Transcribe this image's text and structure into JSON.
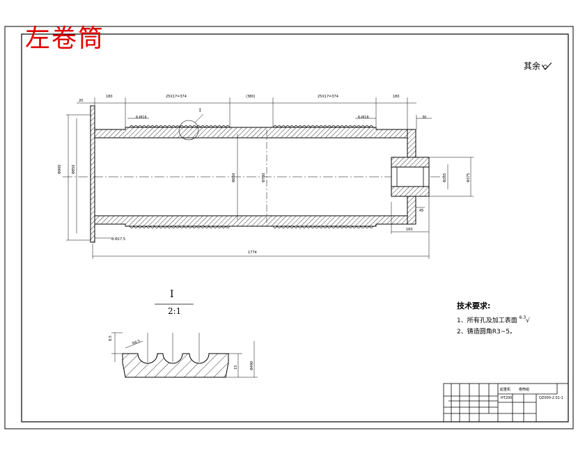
{
  "drawing_title": "左卷筒",
  "surface_note": "其余",
  "detail_label": "I",
  "detail_scale": "2:1",
  "tech": {
    "heading": "技术要求:",
    "items": [
      "1、所有孔及加工表面",
      "2、铸造圆角R3~5。"
    ],
    "roughness": "6.3"
  },
  "dims": {
    "flange_t": "20",
    "left_len": "180",
    "groove_left": "25X17=374",
    "center": "(380)",
    "groove_right": "25X17=374",
    "right_len": "180",
    "right_small": "30",
    "hole_left": "6-M16",
    "hole_right": "6-M16",
    "groove_mark": "I",
    "outer_dia": "Φ900",
    "flange_dia": "Φ850",
    "inner_dia": "Φ650",
    "bore_dia": "Φ700",
    "hub_dia": "Φ265",
    "hub_outer": "Φ375",
    "bolt": "8-Φ17.5",
    "hub_len": "160",
    "hub_small": "45",
    "total_len": "1774",
    "det_h": "8.5",
    "det_r": "R8.5",
    "det_thk": "15",
    "det_dia": "Φ490"
  },
  "title_block": {
    "name_1": "起重机",
    "name_2": "卷筒组",
    "material": "HT200",
    "code": "QZ000-2.01-1"
  }
}
